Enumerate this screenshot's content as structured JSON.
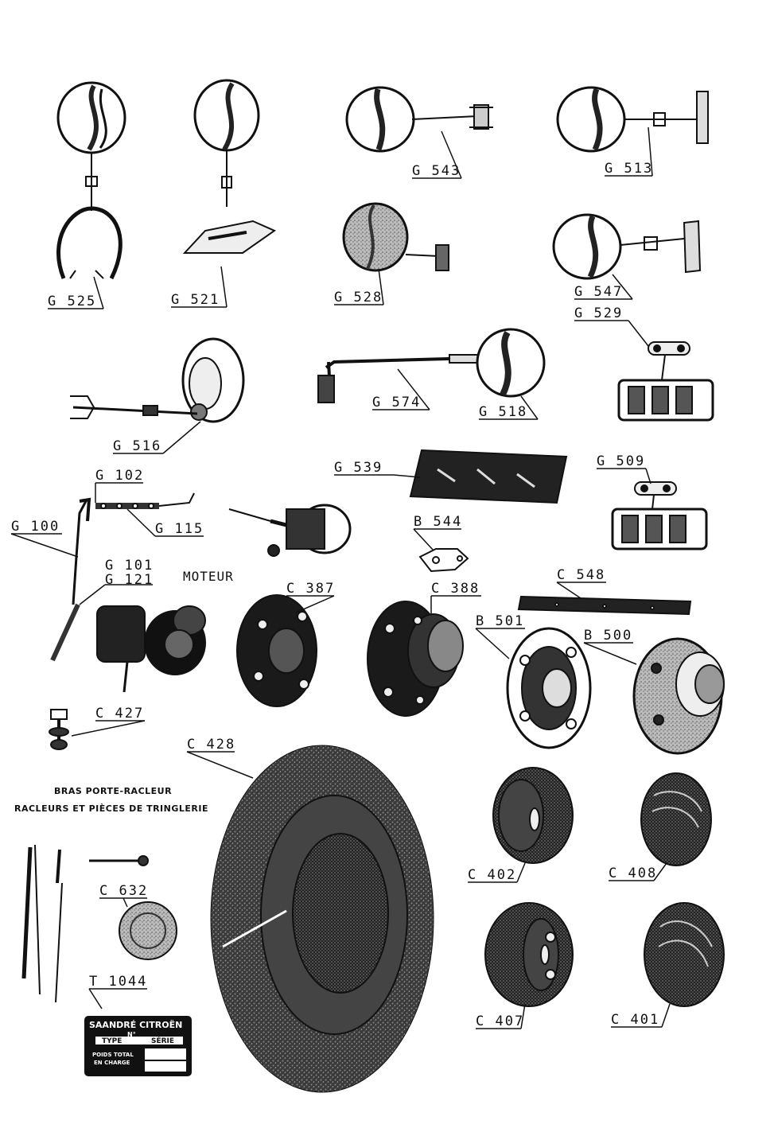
{
  "labels": {
    "g525": "G 525",
    "g521": "G 521",
    "g543": "G 543",
    "g513": "G 513",
    "g528": "G 528",
    "g547": "G 547",
    "g529": "G 529",
    "g516": "G 516",
    "g574": "G 574",
    "g518": "G 518",
    "g102": "G 102",
    "g539": "G 539",
    "g509": "G 509",
    "g100": "G 100",
    "g115": "G 115",
    "b544": "B 544",
    "g101": "G 101",
    "g121": "G 121",
    "c548": "C 548",
    "c387": "C 387",
    "c388": "C 388",
    "b501": "B 501",
    "b500": "B 500",
    "c427": "C 427",
    "c428": "C 428",
    "c402": "C 402",
    "c408": "C 408",
    "c632": "C 632",
    "t1044": "T 1044",
    "c407": "C 407",
    "c401": "C 401"
  },
  "captions": {
    "moteur": "MOTEUR",
    "bras": "BRAS PORTE-RACLEUR",
    "racleurs": "RACLEURS ET PIÈCES DE TRINGLERIE"
  },
  "nameplate": {
    "brand": "SAANDRÉ CITROËN",
    "n": "N°",
    "type": "TYPE",
    "serie": "SÉRIE",
    "poids": "POIDS TOTAL",
    "charge": "EN CHARGE"
  }
}
